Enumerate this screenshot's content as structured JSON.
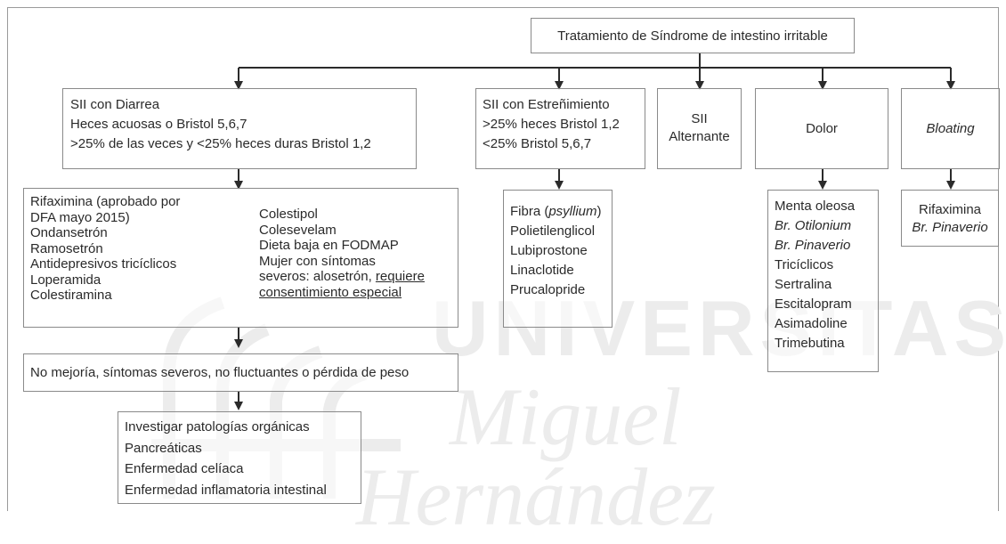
{
  "root": {
    "title": "Tratamiento de Síndrome de intestino irritable"
  },
  "diarrea": {
    "lines": [
      "SII con Diarrea",
      "Heces acuosas o Bristol 5,6,7",
      ">25% de las veces y <25% heces duras  Bristol 1,2"
    ],
    "treat_left": [
      "Rifaximina (aprobado por",
      "DFA mayo 2015)",
      "Ondansetrón",
      "Ramosetrón",
      "Antidepresivos tricíclicos",
      "Loperamida",
      "Colestiramina"
    ],
    "treat_right": [
      "Colestipol",
      "Colesevelam",
      "Dieta  baja en FODMAP",
      "Mujer con síntomas"
    ],
    "treat_right_line5_prefix": "severos: alosetrón, ",
    "treat_right_line5_underlined": "requiere",
    "treat_right_line6_underlined": "consentimiento especial",
    "no_mejoria": "No mejoría, síntomas severos, no fluctuantes o pérdida de peso",
    "investigar": [
      "Investigar patologías orgánicas",
      "Pancreáticas",
      "Enfermedad celíaca",
      "Enfermedad inflamatoria intestinal"
    ]
  },
  "estrenimiento": {
    "lines": [
      "SII con Estreñimiento",
      ">25% heces Bristol 1,2",
      "<25% Bristol 5,6,7"
    ],
    "treat_first_prefix": "Fibra (",
    "treat_first_italic": "psyllium",
    "treat_first_suffix": ")",
    "treat": [
      "Polietilenglicol",
      "Lubiprostone",
      "Linaclotide",
      "Prucalopride"
    ]
  },
  "alternante": {
    "lines": [
      "SII",
      "Alternante"
    ]
  },
  "dolor": {
    "label": "Dolor",
    "treat_plain_1": "Menta oleosa",
    "treat_italic": [
      "Br. Otilonium",
      "Br. Pinaverio"
    ],
    "treat_plain_rest": [
      "Tricíclicos",
      "Sertralina",
      "Escitalopram",
      "Asimadoline",
      "Trimebutina"
    ]
  },
  "bloating": {
    "label": "Bloating",
    "treat_plain": "Rifaximina",
    "treat_italic": "Br. Pinaverio"
  },
  "watermark": {
    "line1": "UNIVERSITAS",
    "line2": "Miguel",
    "line3": "Hernández"
  },
  "colors": {
    "line": "#2b2b2b",
    "border": "#8a8a8a",
    "watermark": "#ececec"
  }
}
